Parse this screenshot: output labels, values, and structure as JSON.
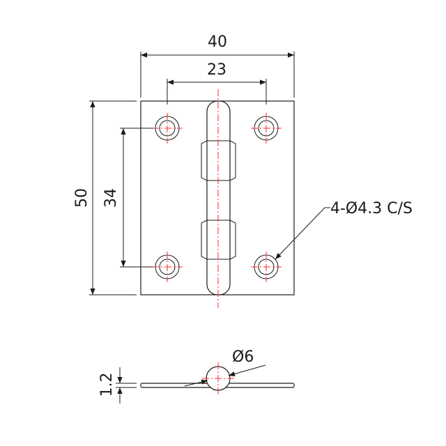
{
  "drawing": {
    "front_view": {
      "dim_overall_width": "40",
      "dim_hole_spacing_x": "23",
      "dim_overall_height": "50",
      "dim_hole_spacing_y": "34",
      "hole_callout": "4-Ø4.3 C/S"
    },
    "side_view": {
      "dim_thickness": "1.2",
      "dim_knuckle_diameter": "Ø6"
    },
    "colors": {
      "line": "#1a1a1a",
      "center_line": "#ff2a2a"
    }
  }
}
